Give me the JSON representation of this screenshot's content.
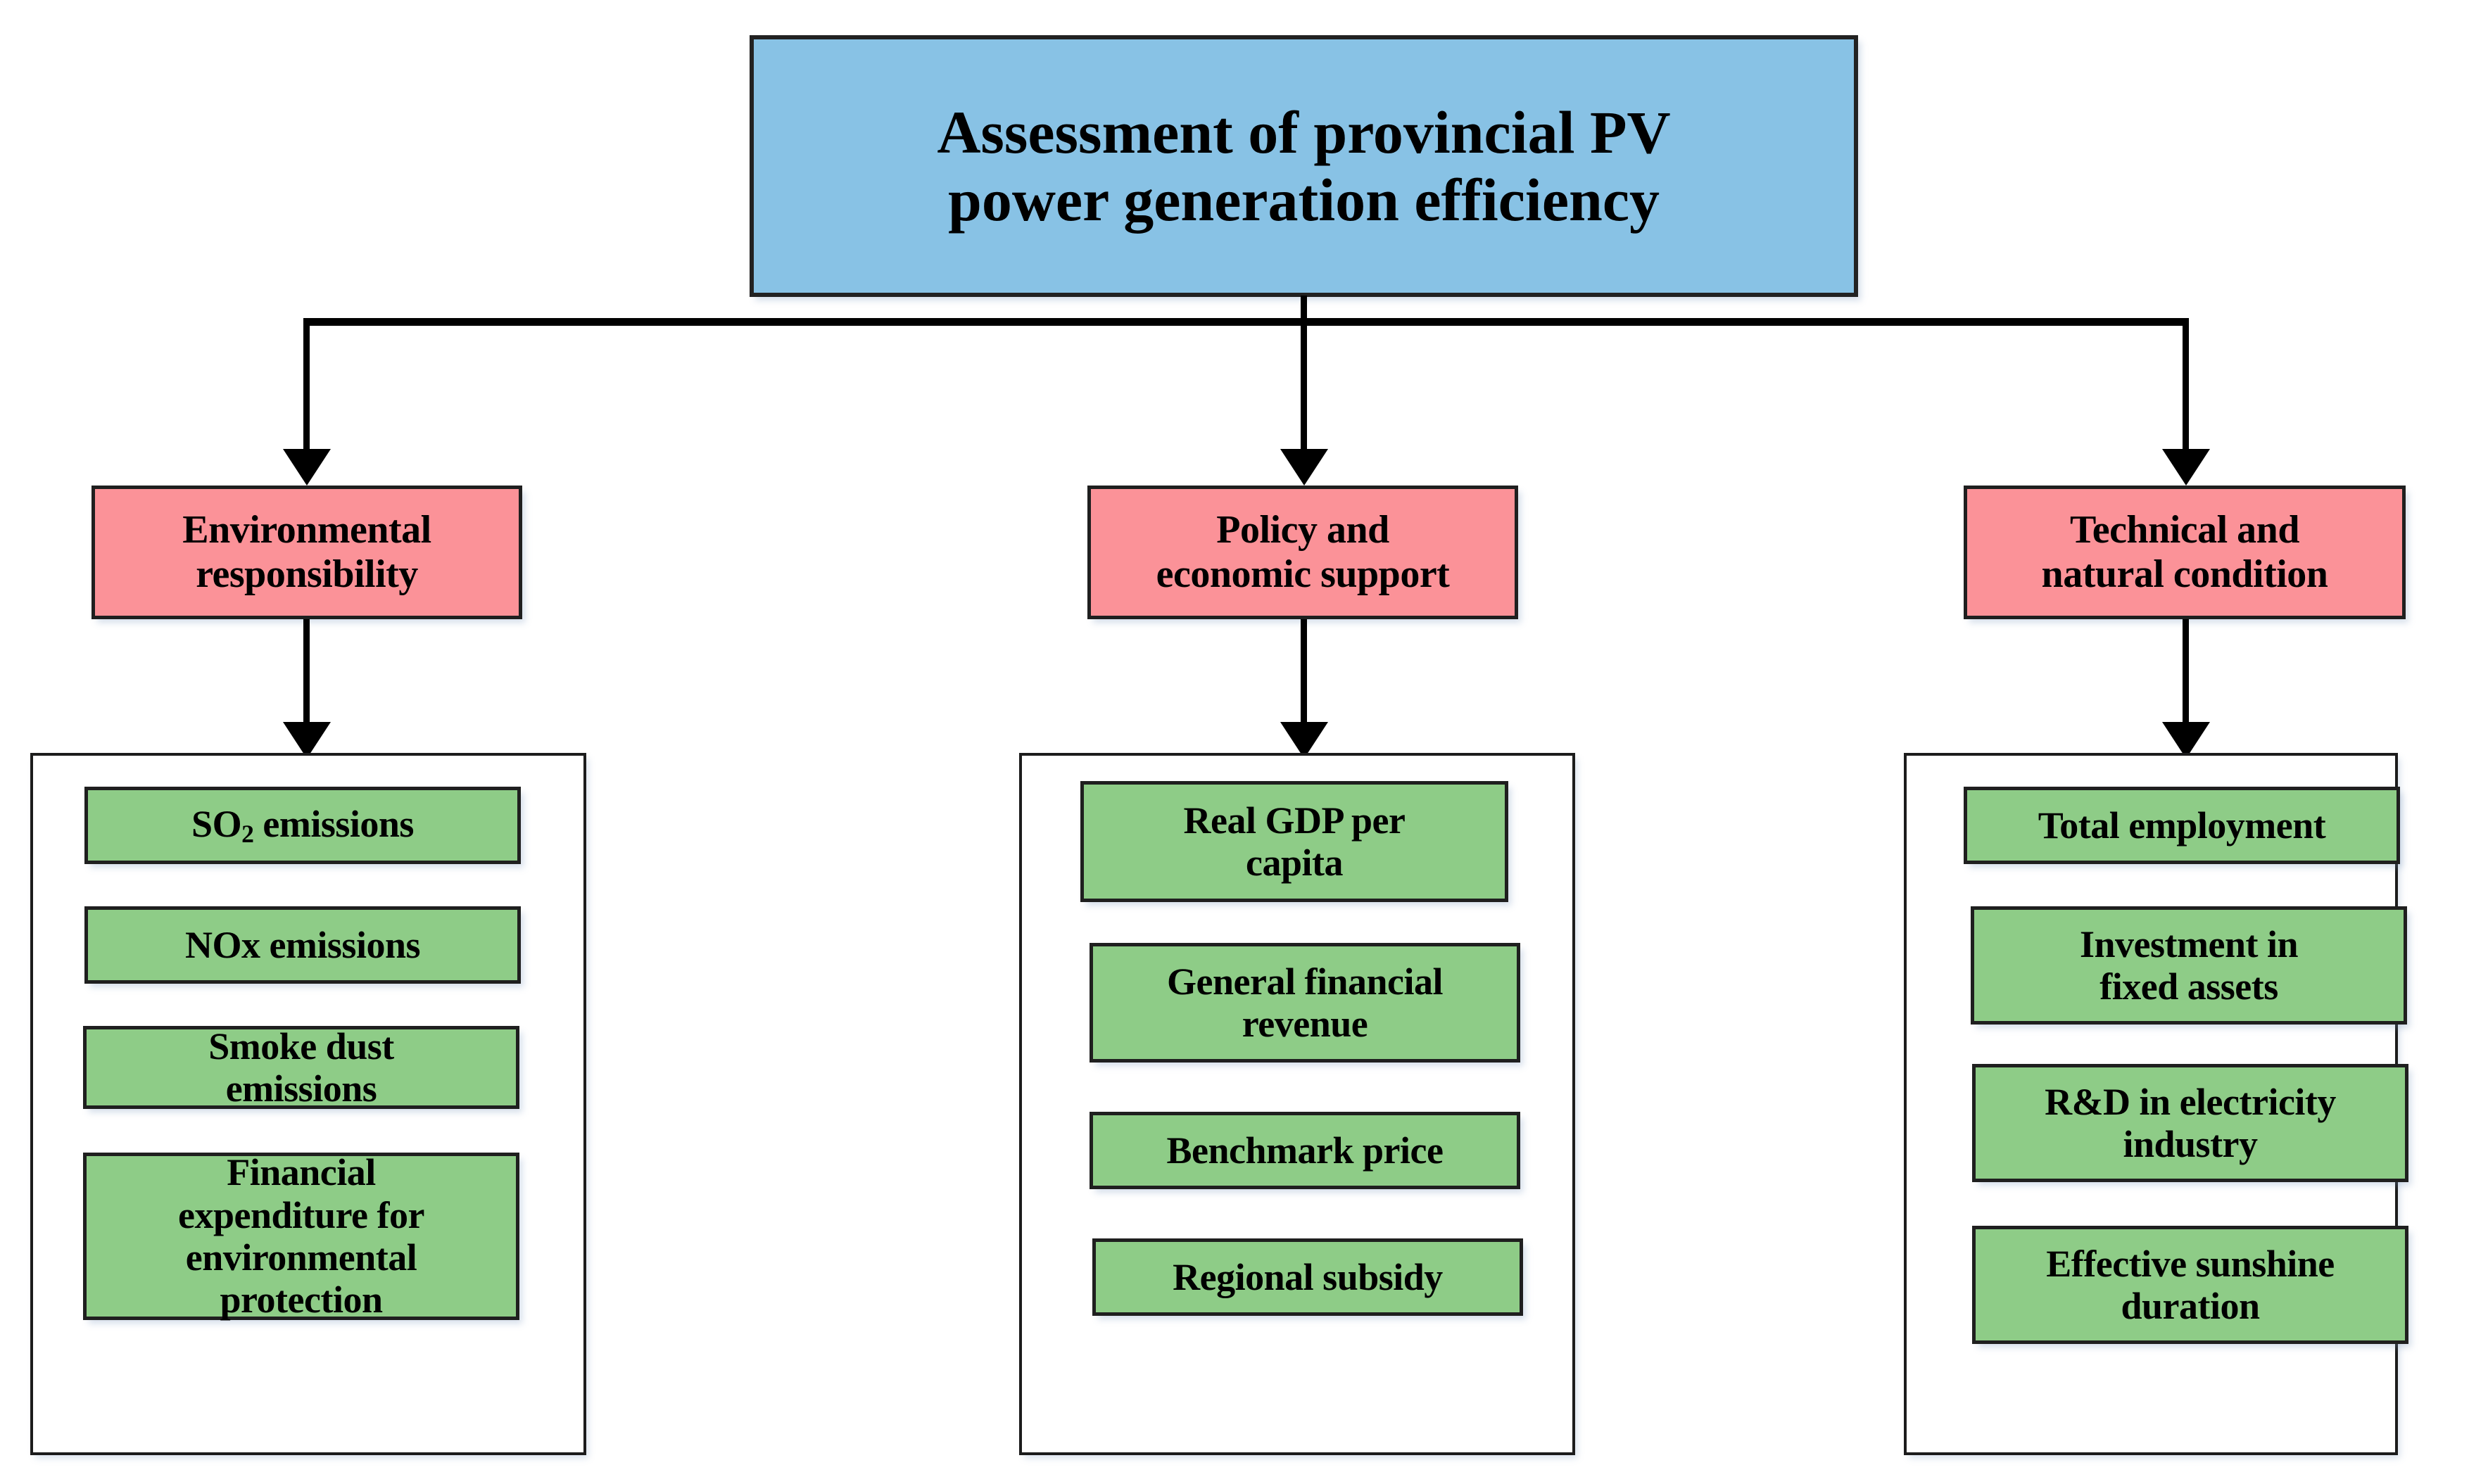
{
  "diagram": {
    "type": "hierarchy-tree",
    "root": {
      "title_line1": "Assessment of  provincial  PV",
      "title_line2": "power generation efficiency",
      "color": "#88c2e5"
    },
    "colors": {
      "root_fill": "#88c2e5",
      "category_fill": "#fb9298",
      "leaf_fill": "#8ecc87",
      "container_fill": "#ffffff",
      "border": "#1f1f1f",
      "text": "#000000"
    },
    "branches": [
      {
        "label_line1": "Environmental",
        "label_line2": "responsibility",
        "leaves": [
          {
            "line1": "SO",
            "sub": "2",
            "line1b": " emissions",
            "line2": ""
          },
          {
            "line1": "NOx emissions",
            "line2": ""
          },
          {
            "line1": "Smoke dust",
            "line2": "emissions"
          },
          {
            "line1": "Financial",
            "line2": "expenditure for",
            "line3": "environmental",
            "line4": "protection"
          }
        ]
      },
      {
        "label_line1": "Policy and",
        "label_line2": "economic support",
        "leaves": [
          {
            "line1": "Real GDP per",
            "line2": "capita"
          },
          {
            "line1": "General financial",
            "line2": "revenue"
          },
          {
            "line1": "Benchmark price",
            "line2": ""
          },
          {
            "line1": "Regional subsidy",
            "line2": ""
          }
        ]
      },
      {
        "label_line1": "Technical and",
        "label_line2": "natural condition",
        "leaves": [
          {
            "line1": "Total employment",
            "line2": ""
          },
          {
            "line1": "Investment in",
            "line2": "fixed assets"
          },
          {
            "line1": "R&D in electricity",
            "line2": "industry"
          },
          {
            "line1": "Effective sunshine",
            "line2": "duration"
          }
        ]
      }
    ]
  }
}
